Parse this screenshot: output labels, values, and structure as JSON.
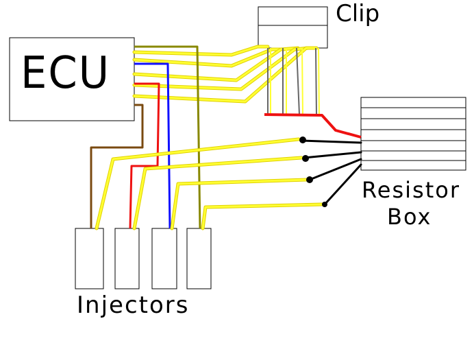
{
  "labels": {
    "ecu": "ECU",
    "clip": "Clip",
    "resistor_line1": "Resistor",
    "resistor_line2": "Box",
    "injectors": "Injectors"
  },
  "colors": {
    "yellow": "#ffff33",
    "yellow_outline": "#e0d000",
    "olive": "#888800",
    "blue": "#1010ff",
    "red": "#ee1111",
    "brown": "#7a4a10",
    "black": "#000000"
  }
}
